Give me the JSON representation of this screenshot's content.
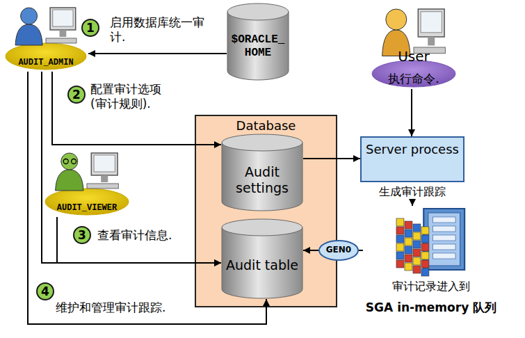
{
  "diagram": {
    "nodes": [
      {
        "text": [
          "AUDIT_ADMIN"
        ]
      },
      {
        "text": [
          "$ORACLE_ HOME"
        ]
      },
      {
        "text": [
          "User",
          "执行命令."
        ]
      },
      {
        "text": [
          "Database"
        ]
      },
      {
        "text": [
          "Audit settings"
        ],
        "in": 3
      },
      {
        "text": [
          "Audit table"
        ],
        "in": 3
      },
      {
        "text": [
          "Server process",
          "生成审计跟踪"
        ]
      },
      {
        "text": [
          "AUDIT_VIEWER"
        ]
      },
      {
        "text": [
          "GEN0"
        ]
      },
      {
        "text": [
          "审计记录进入到",
          "SGA in-memory 队列"
        ]
      }
    ],
    "edges": [
      {
        "from": 1,
        "to": 0,
        "arrow": "to"
      },
      {
        "from": 0,
        "to": 4,
        "arrow": "to"
      },
      {
        "from": 2,
        "to": 6,
        "arrow": "to"
      },
      {
        "from": 4,
        "to": 6,
        "arrow": "to"
      },
      {
        "from": 6,
        "to": 9,
        "arrow": "to"
      },
      {
        "from": 9,
        "to": 8,
        "arrow": "none"
      },
      {
        "from": 8,
        "to": 5,
        "arrow": "to"
      },
      {
        "from": 0,
        "to": 5,
        "arrow": "to"
      },
      {
        "from": 7,
        "to": 5,
        "arrow": "to"
      },
      {
        "from": 0,
        "to": 5,
        "arrow": "to"
      }
    ],
    "labels": [
      "1",
      "启用数据库统一审 计.",
      "2",
      "配置审计选项 (审计规则).",
      "3",
      "查看审计信息.",
      "4",
      "维护和管理审计跟踪."
    ]
  }
}
